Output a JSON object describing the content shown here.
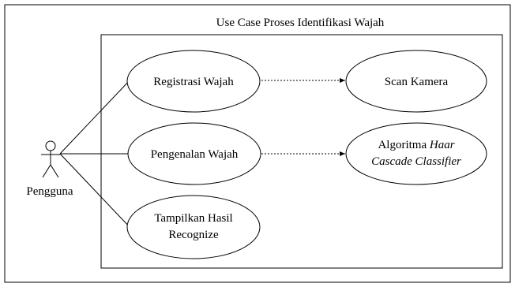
{
  "diagram": {
    "system_title": "Use Case Proses Identifikasi Wajah",
    "actor": {
      "name": "Pengguna",
      "icon": "stick-figure-actor-icon"
    },
    "use_cases": {
      "registrasi": {
        "label": "Registrasi Wajah"
      },
      "pengenalan": {
        "label": "Pengenalan Wajah"
      },
      "tampilkan": {
        "line1": "Tampilkan Hasil",
        "line2": "Recognize"
      },
      "scan": {
        "label": "Scan Kamera"
      },
      "algoritma": {
        "line1_plain": "Algoritma ",
        "line1_italic": "Haar",
        "line2_italic": "Cascade Classifier"
      }
    },
    "colors": {
      "stroke": "#000000",
      "background": "#ffffff"
    }
  }
}
